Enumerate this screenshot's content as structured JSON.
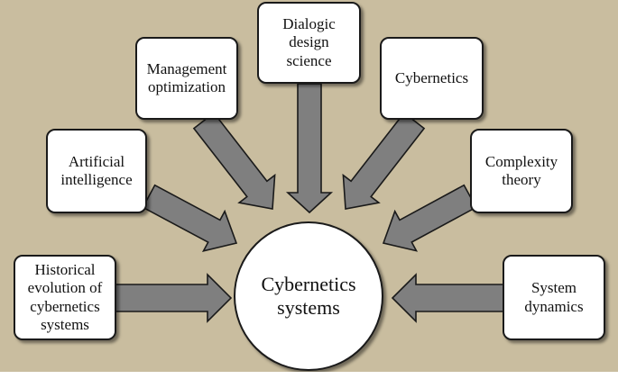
{
  "diagram": {
    "center": "Cybernetics\nsystems",
    "nodes": {
      "historical": "Historical\nevolution of\ncybernetics\nsystems",
      "ai": "Artificial\nintelligence",
      "management": "Management\noptimization",
      "dialogic": "Dialogic\ndesign\nscience",
      "cybernetics": "Cybernetics",
      "complexity": "Complexity\ntheory",
      "system_dynamics": "System\ndynamics"
    },
    "colors": {
      "background": "#c9bd9f",
      "arrow_fill": "#7f7f7f",
      "box_fill": "#ffffff",
      "outline": "#1a1a1a"
    }
  }
}
